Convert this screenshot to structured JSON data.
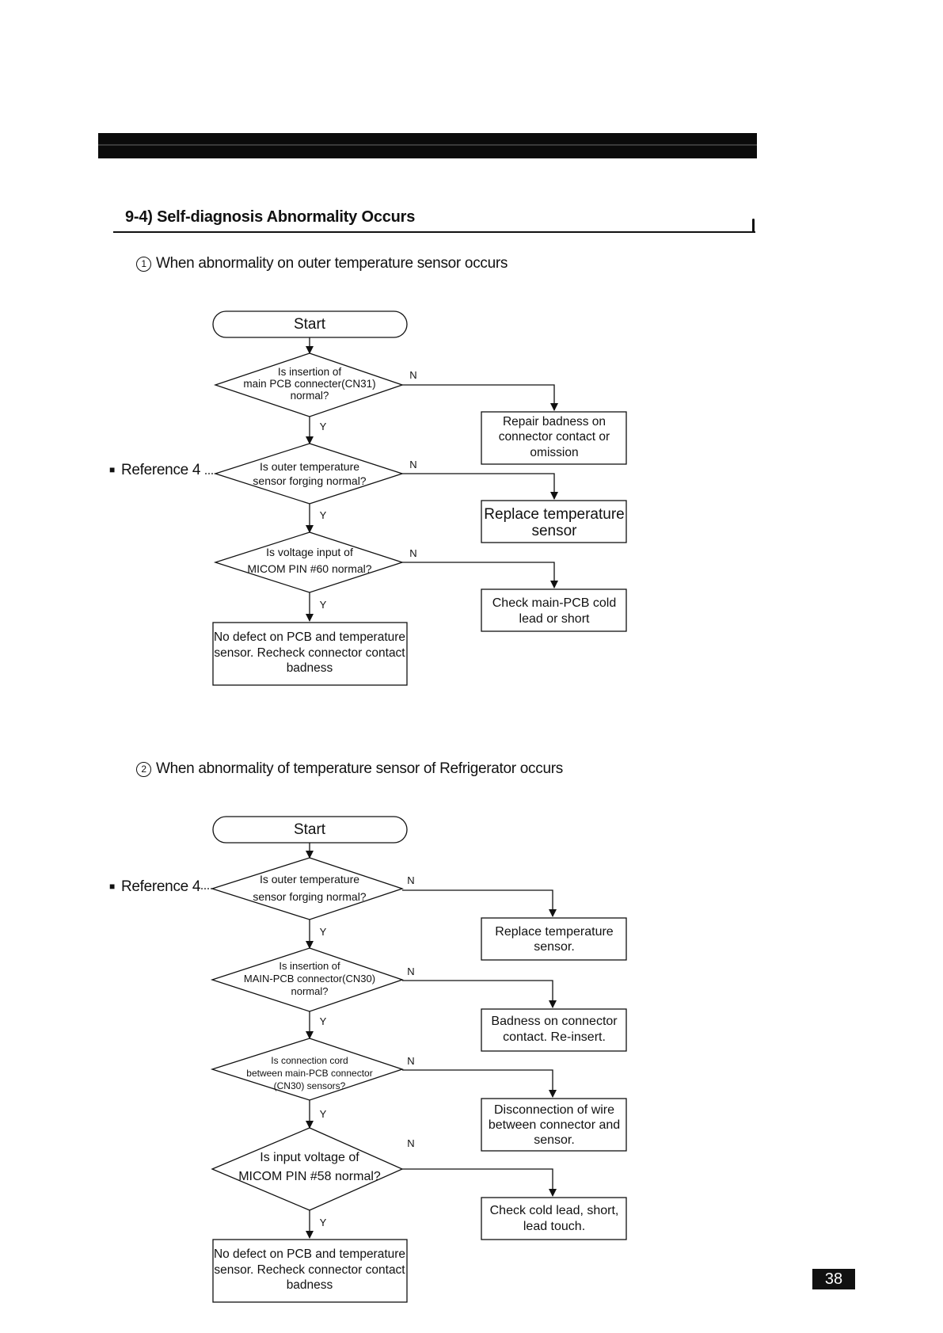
{
  "section": {
    "title": "9-4) Self-diagnosis Abnormality Occurs"
  },
  "flow1": {
    "number": "1",
    "heading": "When abnormality on outer temperature sensor occurs",
    "reference": "Reference 4",
    "start": "Start",
    "decision1": [
      "Is  insertion of",
      "main PCB connecter(CN31)",
      "normal?"
    ],
    "decision2": [
      "Is outer temperature",
      "sensor forging normal?"
    ],
    "decision3": [
      "Is voltage input of",
      "MICOM PIN #60 normal?"
    ],
    "action1": [
      "Repair  badness on",
      "connector contact or",
      "omission"
    ],
    "action2": [
      "Replace  temperature",
      "sensor"
    ],
    "action3": [
      "Check  main-PCB cold",
      "lead or short"
    ],
    "end": [
      "No defect on PCB and temperature",
      "sensor. Recheck  connector contact",
      "badness"
    ],
    "yes": "Y",
    "no": "N"
  },
  "flow2": {
    "number": "2",
    "heading": "When abnormality of temperature sensor of Refrigerator occurs",
    "reference": "Reference 4",
    "start": "Start",
    "decision1": [
      "Is outer temperature",
      "sensor forging normal?"
    ],
    "decision2": [
      "Is insertion of",
      "MAIN-PCB connector(CN30)",
      "normal?"
    ],
    "decision3": [
      "Is connection cord",
      "between main-PCB connector",
      "(CN30) sensors?"
    ],
    "decision4": [
      "Is input voltage of",
      "MICOM PIN #58 normal?"
    ],
    "action1": [
      "Replace temperature",
      "sensor."
    ],
    "action2": [
      "Badness on  connector",
      "contact. Re-insert."
    ],
    "action3": [
      "Disconnection of wire",
      "between  connector and",
      "sensor."
    ],
    "action4": [
      "Check cold lead, short,",
      "lead touch."
    ],
    "end": [
      "No defect on PCB and temperature",
      "sensor. Recheck  connector contact",
      "badness"
    ],
    "yes": "Y",
    "no": "N"
  },
  "page_number": "38"
}
